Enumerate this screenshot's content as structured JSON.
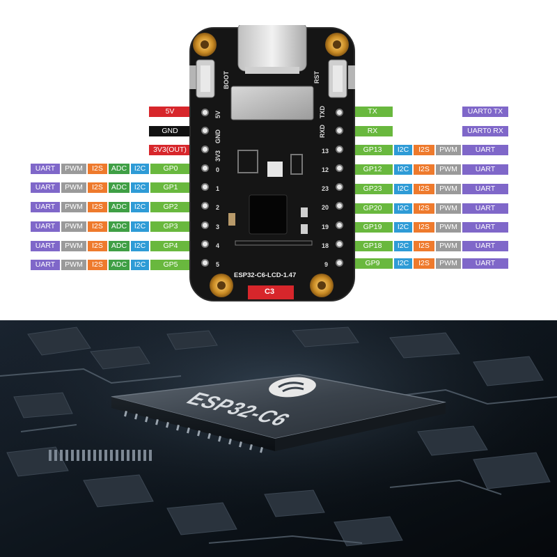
{
  "board": {
    "name": "ESP32-C6-LCD-1.47",
    "button_boot": "BOOT",
    "button_rst": "RST",
    "chip_marking": "C3",
    "silk_left": [
      "5V",
      "GND",
      "3V3",
      "0",
      "1",
      "2",
      "3",
      "4",
      "5"
    ],
    "silk_right": [
      "TXD",
      "RXD",
      "13",
      "12",
      "23",
      "20",
      "19",
      "18",
      "9"
    ]
  },
  "left_top_labels": [
    "5V",
    "GND",
    "3V3(OUT)"
  ],
  "left_rows": [
    {
      "uart": "UART",
      "pwm": "PWM",
      "i2s": "I2S",
      "adc": "ADC",
      "i2c": "I2C",
      "gp": "GP0"
    },
    {
      "uart": "UART",
      "pwm": "PWM",
      "i2s": "I2S",
      "adc": "ADC",
      "i2c": "I2C",
      "gp": "GP1"
    },
    {
      "uart": "UART",
      "pwm": "PWM",
      "i2s": "I2S",
      "adc": "ADC",
      "i2c": "I2C",
      "gp": "GP2"
    },
    {
      "uart": "UART",
      "pwm": "PWM",
      "i2s": "I2S",
      "adc": "ADC",
      "i2c": "I2C",
      "gp": "GP3"
    },
    {
      "uart": "UART",
      "pwm": "PWM",
      "i2s": "I2S",
      "adc": "ADC",
      "i2c": "I2C",
      "gp": "GP4"
    },
    {
      "uart": "UART",
      "pwm": "PWM",
      "i2s": "I2S",
      "adc": "ADC",
      "i2c": "I2C",
      "gp": "GP5"
    }
  ],
  "right_top_rows": [
    {
      "pin": "TX",
      "uart": "UART0 TX"
    },
    {
      "pin": "RX",
      "uart": "UART0 RX"
    }
  ],
  "right_rows": [
    {
      "gp": "GP13",
      "i2c": "I2C",
      "i2s": "I2S",
      "pwm": "PWM",
      "uart": "UART"
    },
    {
      "gp": "GP12",
      "i2c": "I2C",
      "i2s": "I2S",
      "pwm": "PWM",
      "uart": "UART"
    },
    {
      "gp": "GP23",
      "i2c": "I2C",
      "i2s": "I2S",
      "pwm": "PWM",
      "uart": "UART"
    },
    {
      "gp": "GP20",
      "i2c": "I2C",
      "i2s": "I2S",
      "pwm": "PWM",
      "uart": "UART"
    },
    {
      "gp": "GP19",
      "i2c": "I2C",
      "i2s": "I2S",
      "pwm": "PWM",
      "uart": "UART"
    },
    {
      "gp": "GP18",
      "i2c": "I2C",
      "i2s": "I2S",
      "pwm": "PWM",
      "uart": "UART"
    },
    {
      "gp": "GP9",
      "i2c": "I2C",
      "i2s": "I2S",
      "pwm": "PWM",
      "uart": "UART"
    }
  ],
  "chip_label": "ESP32-C6",
  "colors": {
    "uart": "#7f67c9",
    "pwm": "#9a9a9a",
    "i2s": "#ee7a2d",
    "adc": "#3f9f45",
    "i2c": "#2e9bd6",
    "gpio": "#69b83e",
    "power": "#d7262b",
    "ground": "#111111",
    "pcb": "#141414",
    "gold": "#d8a23a"
  }
}
